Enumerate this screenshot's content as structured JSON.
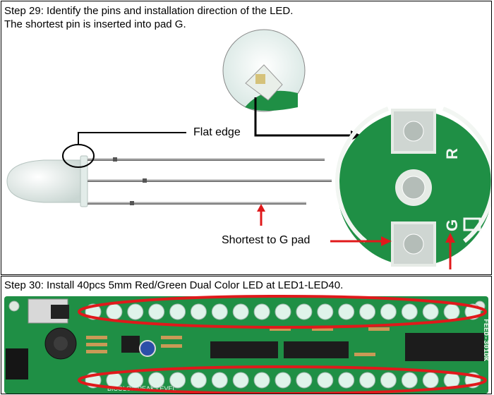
{
  "step29": {
    "line1": "Step 29: Identify the pins and installation direction of the LED.",
    "line2": "The shortest pin is inserted into pad G.",
    "flat_edge_label": "Flat edge",
    "shortest_label": "Shortest to G pad",
    "pad_labels": {
      "r": "R",
      "g": "G"
    }
  },
  "step30": {
    "caption": "Step 30: Install 40pcs 5mm Red/Green Dual Color LED at LED1-LED40.",
    "board_labels": {
      "title": "BICOLOR PEAK LEVEL",
      "model": "FEED-301DK"
    },
    "led_rows": {
      "top_count": 19,
      "bottom_count": 19
    }
  },
  "colors": {
    "pcb_green": "#1f8f45",
    "highlight_red": "#e0191b",
    "led_white": "#dff3ea"
  }
}
